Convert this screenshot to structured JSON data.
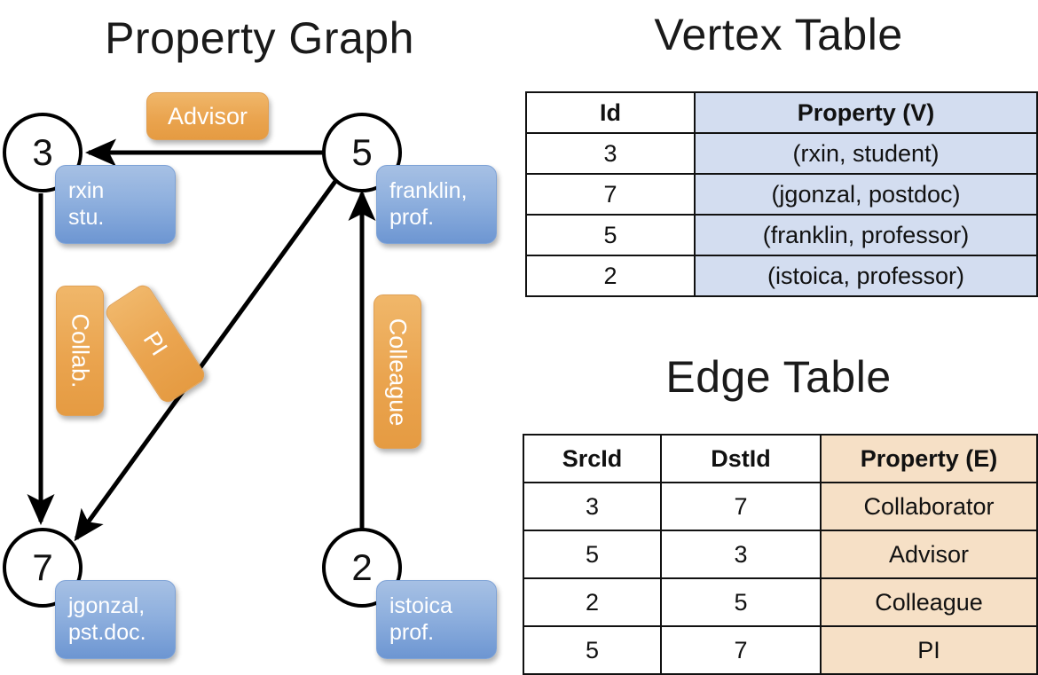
{
  "titles": {
    "property_graph": "Property Graph",
    "vertex_table": "Vertex Table",
    "edge_table": "Edge Table"
  },
  "graph": {
    "nodes": [
      {
        "id": "3",
        "property": "rxin\nstu.",
        "line1": "rxin",
        "line2": "stu."
      },
      {
        "id": "5",
        "property": "franklin, prof.",
        "line1": "franklin,",
        "line2": "prof."
      },
      {
        "id": "7",
        "property": "jgonzal, pst.doc.",
        "line1": "jgonzal,",
        "line2": "pst.doc."
      },
      {
        "id": "2",
        "property": "istoica prof.",
        "line1": "istoica",
        "line2": "prof."
      }
    ],
    "edge_labels": [
      {
        "name": "advisor-label",
        "text": "Advisor"
      },
      {
        "name": "collab-label",
        "text": "Collab."
      },
      {
        "name": "pi-label",
        "text": "PI"
      },
      {
        "name": "colleague-label",
        "text": "Colleague"
      }
    ]
  },
  "vertex_table": {
    "headers": [
      "Id",
      "Property (V)"
    ],
    "rows": [
      {
        "id": "3",
        "property": "(rxin, student)"
      },
      {
        "id": "7",
        "property": "(jgonzal, postdoc)"
      },
      {
        "id": "5",
        "property": "(franklin, professor)"
      },
      {
        "id": "2",
        "property": "(istoica, professor)"
      }
    ]
  },
  "edge_table": {
    "headers": [
      "SrcId",
      "DstId",
      "Property (E)"
    ],
    "rows": [
      {
        "src": "3",
        "dst": "7",
        "property": "Collaborator"
      },
      {
        "src": "5",
        "dst": "3",
        "property": "Advisor"
      },
      {
        "src": "2",
        "dst": "5",
        "property": "Colleague"
      },
      {
        "src": "5",
        "dst": "7",
        "property": "PI"
      }
    ]
  },
  "colors": {
    "node_fill": "#ffffff",
    "node_stroke": "#000000",
    "vertex_prop_cell": "#d3ddf0",
    "edge_prop_cell": "#f6e0c6",
    "blue_box": "#8fb0de",
    "orange_box": "#eaa44f",
    "background": "#ffffff"
  }
}
